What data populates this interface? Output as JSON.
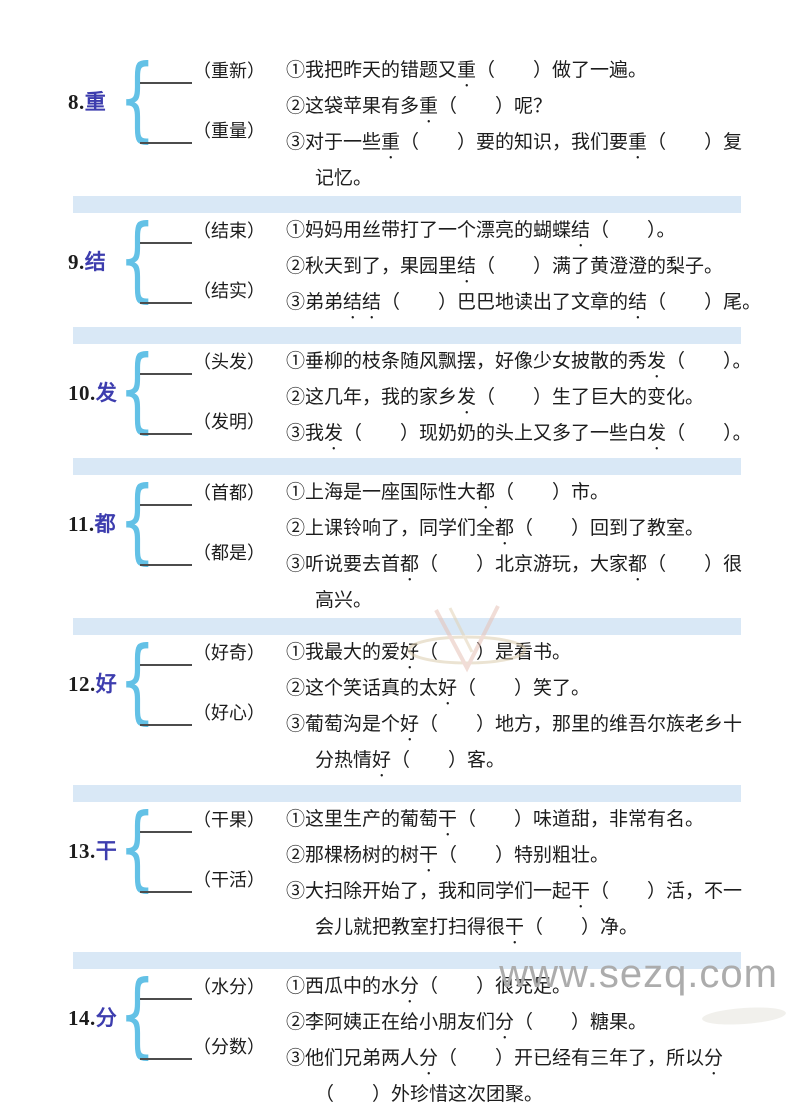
{
  "page": {
    "watermark": "www.sezq.com",
    "watermark_color": "#acacac",
    "divider_color": "#d9e8f6",
    "character_color": "#3d3dae",
    "brace_color": "#63c1e6"
  },
  "sections": [
    {
      "number": "8.",
      "character": "重",
      "hint_top": "（重新）",
      "hint_bottom": "（重量）",
      "sentences": [
        "①我把昨天的错题又[重]（　　）做了一遍。",
        "②这袋苹果有多[重]（　　）呢？",
        "③对于一些[重]（　　）要的知识，我们要[重]（　　）复\n记忆。"
      ]
    },
    {
      "number": "9.",
      "character": "结",
      "hint_top": "（结束）",
      "hint_bottom": "（结实）",
      "sentences": [
        "①妈妈用丝带打了一个漂亮的蝴蝶[结]（　　）。",
        "②秋天到了，果园里[结]（　　）满了黄澄澄的梨子。",
        "③弟弟[结][结]（　　）巴巴地读出了文章的[结]（　　）尾。"
      ]
    },
    {
      "number": "10.",
      "character": "发",
      "hint_top": "（头发）",
      "hint_bottom": "（发明）",
      "sentences": [
        "①垂柳的枝条随风飘摆，好像少女披散的秀[发]（　　）。",
        "②这几年，我的家乡[发]（　　）生了巨大的变化。",
        "③我[发]（　　）现奶奶的头上又多了一些白[发]（　　）。"
      ]
    },
    {
      "number": "11.",
      "character": "都",
      "hint_top": "（首都）",
      "hint_bottom": "（都是）",
      "sentences": [
        "①上海是一座国际性大[都]（　　）市。",
        "②上课铃响了，同学们全[都]（　　）回到了教室。",
        "③听说要去首[都]（　　）北京游玩，大家[都]（　　）很\n高兴。"
      ]
    },
    {
      "number": "12.",
      "character": "好",
      "hint_top": "（好奇）",
      "hint_bottom": "（好心）",
      "sentences": [
        "①我最大的爱[好]（　　）是看书。",
        "②这个笑话真的太[好]（　　）笑了。",
        "③葡萄沟是个[好]（　　）地方，那里的维吾尔族老乡十\n分热情[好]（　　）客。"
      ]
    },
    {
      "number": "13.",
      "character": "干",
      "hint_top": "（干果）",
      "hint_bottom": "（干活）",
      "sentences": [
        "①这里生产的葡萄[干]（　　）味道甜，非常有名。",
        "②那棵杨树的树[干]（　　）特别粗壮。",
        "③大扫除开始了，我和同学们一起[干]（　　）活，不一\n会儿就把教室打扫得很[干]（　　）净。"
      ]
    },
    {
      "number": "14.",
      "character": "分",
      "hint_top": "（水分）",
      "hint_bottom": "（分数）",
      "sentences": [
        "①西瓜中的水[分]（　　）很充足。",
        "②李阿姨正在给小朋友们[分]（　　）糖果。",
        "③他们兄弟两人[分]（　　）开已经有三年了，所以[分]\n（　　）外珍惜这次团聚。"
      ]
    }
  ]
}
